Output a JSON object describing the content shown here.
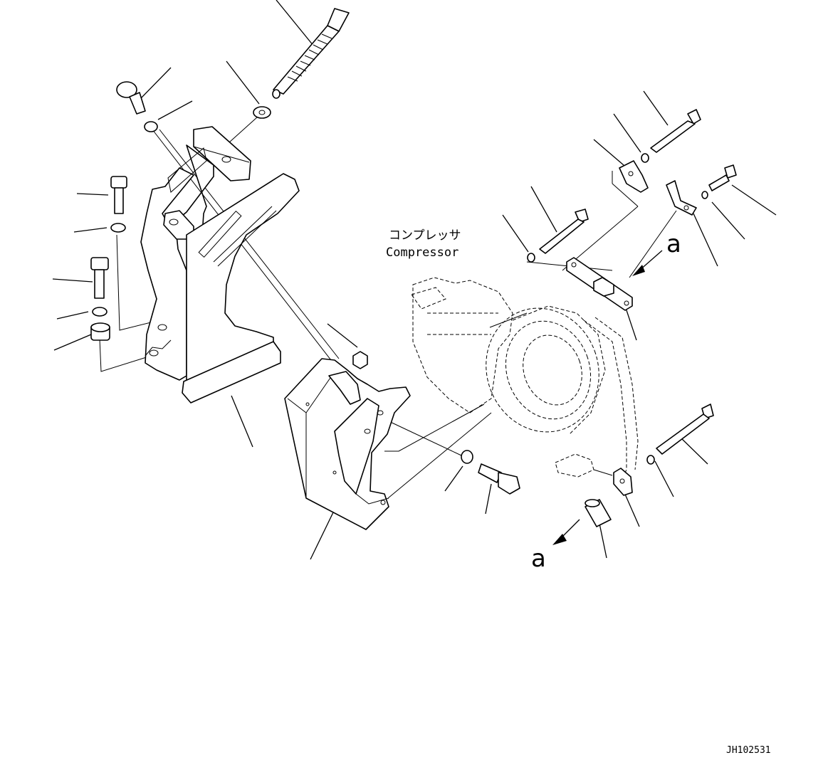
{
  "labels": {
    "compressor_jp": "コンプレッサ",
    "compressor_en": "Compressor",
    "view_mark": "a",
    "drawing_code": "JH102531"
  }
}
